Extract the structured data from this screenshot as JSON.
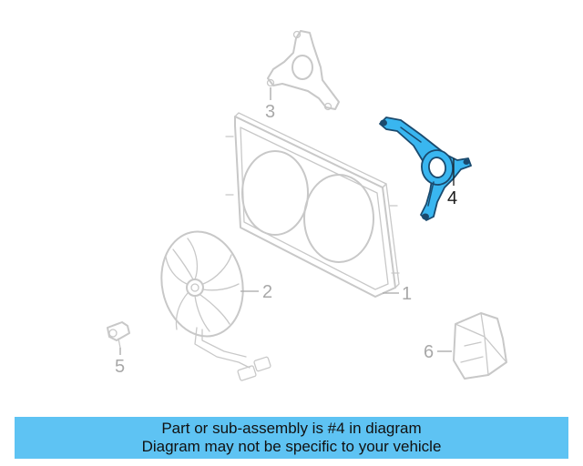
{
  "diagram": {
    "callouts": [
      {
        "id": "1",
        "label": "1",
        "highlighted": false
      },
      {
        "id": "2",
        "label": "2",
        "highlighted": false
      },
      {
        "id": "3",
        "label": "3",
        "highlighted": false
      },
      {
        "id": "4",
        "label": "4",
        "highlighted": true
      },
      {
        "id": "5",
        "label": "5",
        "highlighted": false
      },
      {
        "id": "6",
        "label": "6",
        "highlighted": false
      }
    ],
    "colors": {
      "highlight_fill": "#39b6f0",
      "highlight_stroke": "#1a4a6e",
      "ghost_stroke": "#c8c8c8",
      "caption_bg": "#5ec3f3"
    }
  },
  "caption": {
    "line1": "Part or sub-assembly is #4 in diagram",
    "line2": "Diagram may not be specific to your vehicle"
  }
}
